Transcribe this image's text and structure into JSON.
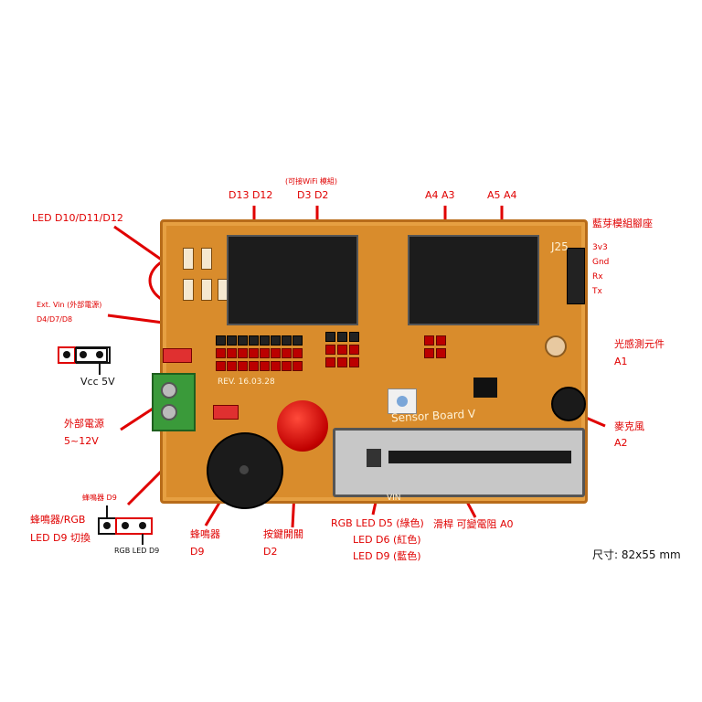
{
  "labels": {
    "d13_d12": "D13 D12",
    "wifi_note": "(可接WiFi 模組)",
    "d3_d2": "D3 D2",
    "a4_a3": "A4 A3",
    "a5_a4": "A5 A4",
    "bt_header": "藍芽模組腳座",
    "bt_3v3": "3v3",
    "bt_gnd": "Gnd",
    "bt_rx": "Rx",
    "bt_tx": "Tx",
    "led_d10": "LED D10/D11/D12",
    "ext_vin": "Ext. Vin (外部電源)",
    "d4_d7_d8": "D4/D7/D8",
    "vcc5v": "Vcc 5V",
    "ldr_1": "光感測元件",
    "ldr_2": "A1",
    "ext_power_1": "外部電源",
    "ext_power_2": "5~12V",
    "mic_1": "麥克風",
    "mic_2": "A2",
    "buzzer_d9": "蜂鳴器 D9",
    "switch_1": "蜂鳴器/RGB",
    "switch_2": "LED D9 切換",
    "rgb_led_d9": "RGB LED D9",
    "buzzer_1": "蜂鳴器",
    "buzzer_2": "D9",
    "button_1": "按鍵開關",
    "button_2": "D2",
    "rgb_1": "RGB LED D5 (綠色)",
    "rgb_2": "LED D6 (紅色)",
    "rgb_3": "LED D9 (藍色)",
    "slider": "滑桿 可變電阻 A0",
    "size": "尺寸: 82x55 mm"
  },
  "silkscreen": {
    "board_name": "Sensor Board V",
    "j25": "J25",
    "rev": "REV. 16.03.28",
    "vin": "VIN"
  },
  "colors": {
    "annotation": "#e00000",
    "board": "#d98c2c",
    "header": "#1c1c1c",
    "terminal": "#3a9a3a"
  }
}
